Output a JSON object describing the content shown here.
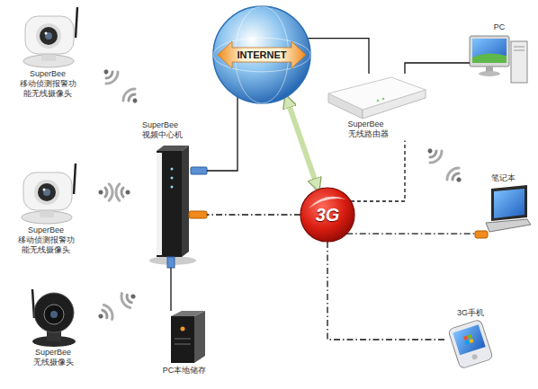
{
  "diagram": {
    "nodes": [
      {
        "text": [
          "SuperBee 移动侦测报警功能无线摄像头"
        ]
      },
      {
        "text": [
          "INTERNET"
        ]
      },
      {
        "text": [
          "PC"
        ]
      },
      {
        "text": [
          "SuperBee 无线路由器"
        ]
      },
      {
        "text": [
          "SuperBee 视频中心机"
        ]
      },
      {
        "text": [
          "SuperBee 移动侦测报警功能无线摄像头"
        ]
      },
      {
        "text": [
          "3G"
        ]
      },
      {
        "text": [
          "笔记本"
        ]
      },
      {
        "text": [
          "SuperBee 无线摄像头"
        ]
      },
      {
        "text": [
          "PC本地储存"
        ]
      },
      {
        "text": [
          "3G手机"
        ]
      }
    ],
    "edges": [
      {
        "from": 1,
        "to": 4,
        "arrow": "none"
      },
      {
        "from": 1,
        "to": 3,
        "arrow": "none"
      },
      {
        "from": 3,
        "to": 2,
        "arrow": "none"
      },
      {
        "from": 1,
        "to": 6,
        "arrow": "both"
      },
      {
        "from": 6,
        "to": 4,
        "arrow": "none"
      },
      {
        "from": 6,
        "to": 3,
        "arrow": "none"
      },
      {
        "from": 6,
        "to": 7,
        "arrow": "none"
      },
      {
        "from": 6,
        "to": 10,
        "arrow": "none"
      },
      {
        "from": 4,
        "to": 9,
        "arrow": "none"
      }
    ]
  }
}
